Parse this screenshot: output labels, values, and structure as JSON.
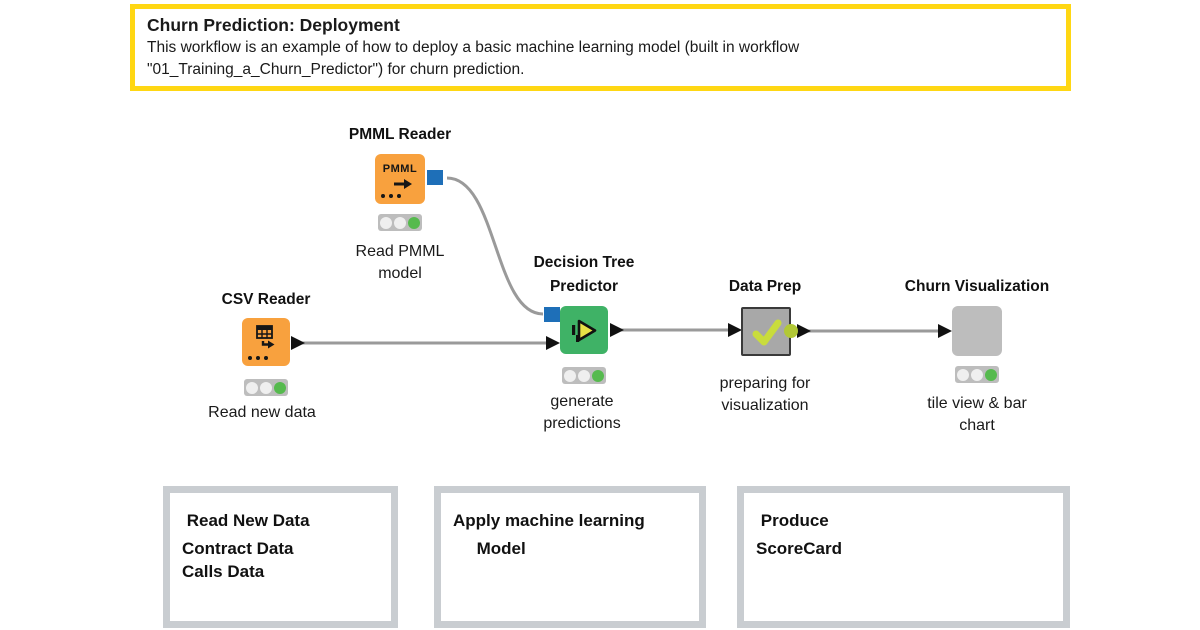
{
  "header": {
    "title": "Churn Prediction: Deployment",
    "description_line1": "This workflow is an example of how to deploy a basic machine learning model (built in workflow",
    "description_line2": "\"01_Training_a_Churn_Predictor\") for churn prediction."
  },
  "nodes": {
    "pmml_reader": {
      "label": "PMML Reader",
      "comment": "Read PMML model",
      "icon_text": "PMML",
      "status": "executed"
    },
    "csv_reader": {
      "label": "CSV Reader",
      "comment": "Read new data",
      "status": "executed"
    },
    "decision_tree_predictor": {
      "label": "Decision Tree Predictor",
      "comment": "generate predictions",
      "status": "executed"
    },
    "data_prep": {
      "label": "Data Prep",
      "comment": "preparing for visualization",
      "type": "metanode"
    },
    "churn_visualization": {
      "label": "Churn Visualization",
      "comment": "tile view & bar chart",
      "status": "executed"
    }
  },
  "annotations": {
    "read_new_data": {
      "lines": [
        " Read New Data",
        "Contract Data",
        "Calls Data"
      ]
    },
    "apply_model": {
      "lines": [
        "Apply machine learning",
        "     Model"
      ]
    },
    "produce_scorecard": {
      "lines": [
        " Produce",
        "ScoreCard"
      ]
    }
  },
  "colors": {
    "annotation_border": "#FFD713",
    "reader_node_orange": "#F8A13E",
    "predictor_node_green": "#3FB266",
    "metanode_gray": "#A8A8A8",
    "component_gray": "#BDBDBD",
    "blue_port": "#1E6FB8",
    "status_green": "#56BA4E",
    "connector_gray": "#9A9A9A",
    "check_yellow_green": "#C9DC3C",
    "frame_border_gray": "#C9CDD1"
  }
}
